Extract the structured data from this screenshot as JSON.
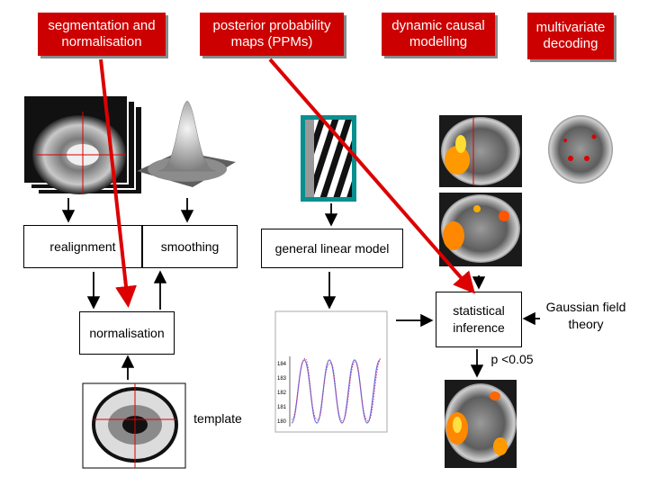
{
  "methods": {
    "segmentation": "segmentation and normalisation",
    "ppm": "posterior probability maps (PPMs)",
    "dcm": "dynamic causal modelling",
    "decoding": "multivariate decoding"
  },
  "steps": {
    "realignment": "realignment",
    "smoothing": "smoothing",
    "glm": "general linear model",
    "normalisation": "normalisation",
    "inference": "statistical inference",
    "template": "template",
    "gaussian": "Gaussian field theory",
    "pvalue": "p <0.05"
  },
  "plot_ticks": [
    "184",
    "183",
    "182",
    "181",
    "180"
  ],
  "colors": {
    "accent_red": "#cc0000",
    "teal_frame": "#0a8f8f"
  }
}
